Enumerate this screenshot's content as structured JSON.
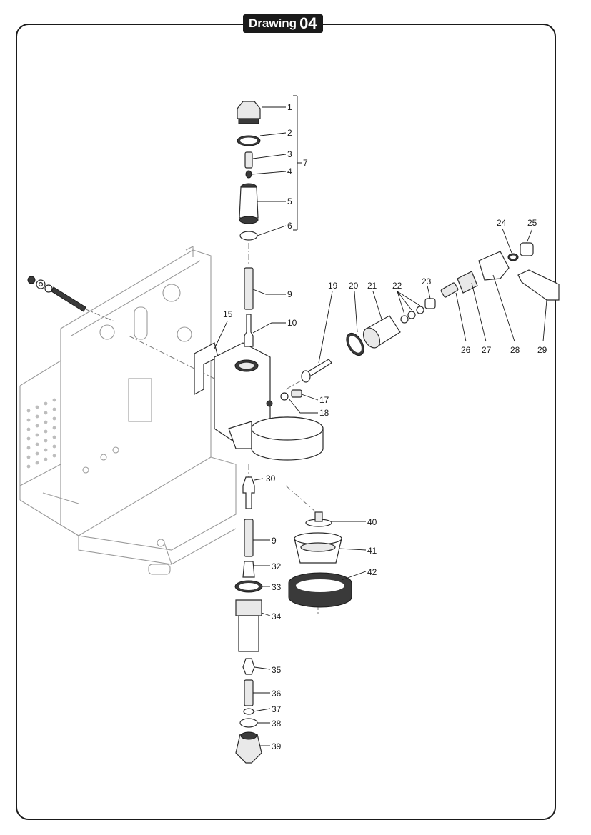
{
  "title": {
    "word": "Drawing",
    "number": "04"
  },
  "callouts": [
    "1",
    "2",
    "3",
    "4",
    "5",
    "6",
    "7",
    "9",
    "10",
    "15",
    "17",
    "18",
    "19",
    "20",
    "21",
    "22",
    "23",
    "24",
    "25",
    "26",
    "27",
    "28",
    "29",
    "30",
    "9",
    "32",
    "33",
    "34",
    "35",
    "36",
    "37",
    "38",
    "39",
    "40",
    "41",
    "42"
  ]
}
